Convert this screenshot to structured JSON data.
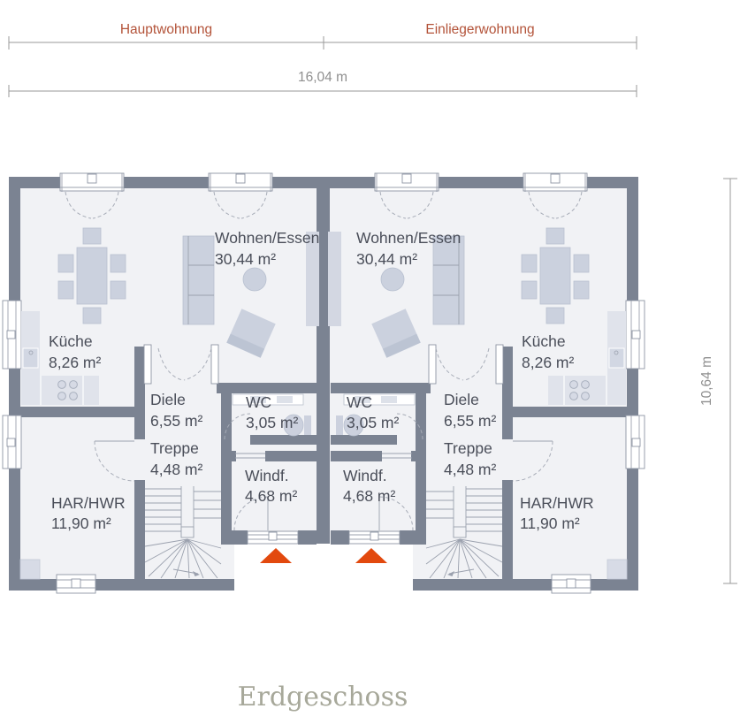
{
  "dimensions": {
    "top_left_label": "Hauptwohnung",
    "top_right_label": "Einliegerwohnung",
    "total_width": "16,04 m",
    "total_height": "10,64 m"
  },
  "floor_label": "Erdgeschoss",
  "units": [
    {
      "id": "hauptwohnung",
      "rooms": [
        {
          "name": "Wohnen/Essen",
          "area": "30,44 m²"
        },
        {
          "name": "Küche",
          "area": "8,26 m²"
        },
        {
          "name": "Diele",
          "area": "6,55 m²"
        },
        {
          "name": "Treppe",
          "area": "4,48 m²"
        },
        {
          "name": "WC",
          "area": "3,05 m²"
        },
        {
          "name": "Windf.",
          "area": "4,68 m²"
        },
        {
          "name": "HAR/HWR",
          "area": "11,90 m²"
        }
      ]
    },
    {
      "id": "einliegerwohnung",
      "rooms": [
        {
          "name": "Wohnen/Essen",
          "area": "30,44 m²"
        },
        {
          "name": "Küche",
          "area": "8,26 m²"
        },
        {
          "name": "Diele",
          "area": "6,55 m²"
        },
        {
          "name": "Treppe",
          "area": "4,48 m²"
        },
        {
          "name": "WC",
          "area": "3,05 m²"
        },
        {
          "name": "Windf.",
          "area": "4,68 m²"
        },
        {
          "name": "HAR/HWR",
          "area": "11,90 m²"
        }
      ]
    }
  ],
  "colors": {
    "wall": "#7b8392",
    "floor": "#f1f2f5",
    "furniture": "#cbd1de",
    "entrance_arrow": "#e2490e",
    "apartment_label": "#b35339",
    "dimension_text": "#8f8f8f",
    "room_text": "#4a4e59",
    "floor_label_text": "#a7a89a"
  }
}
